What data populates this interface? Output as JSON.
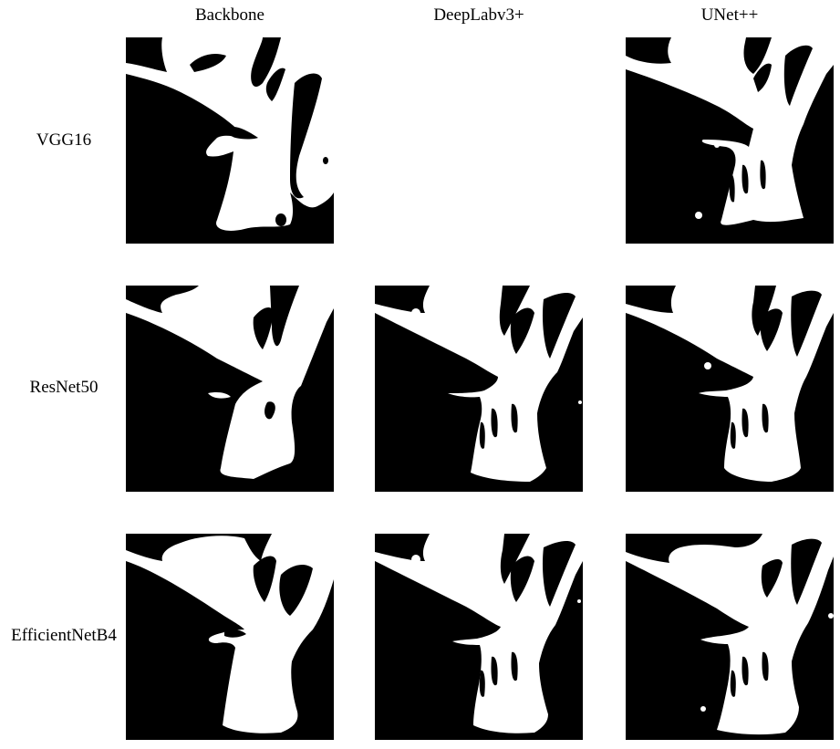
{
  "column_headers": [
    "Backbone",
    "DeepLabv3+",
    "UNet++"
  ],
  "row_labels": [
    "VGG16",
    "ResNet50",
    "EfficientNetB4"
  ],
  "panels": {
    "mask_color": "#ffffff",
    "background_color": "#000000",
    "missing": [
      "VGG16 / DeepLabv3+"
    ]
  }
}
